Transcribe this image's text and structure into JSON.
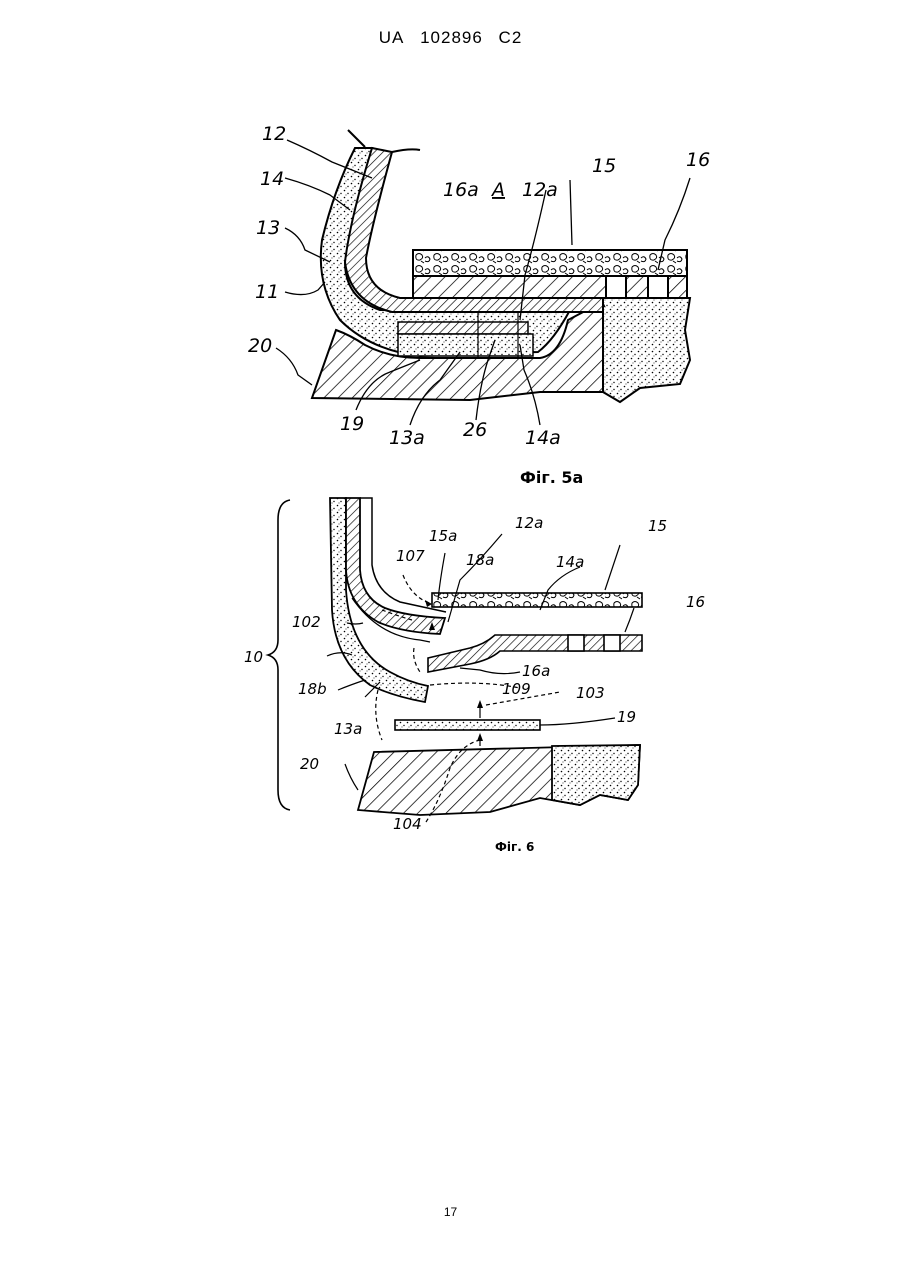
{
  "header": {
    "country": "UA",
    "number": "102896",
    "kind": "C2"
  },
  "figures": [
    {
      "caption": "Фіг. 5а",
      "labels": {
        "l12": "12",
        "l14": "14",
        "l13": "13",
        "l11": "11",
        "l20": "20",
        "l16a": "16a",
        "lA": "A",
        "l12a": "12a",
        "l15": "15",
        "l16": "16",
        "l19": "19",
        "l13a": "13a",
        "l26": "26",
        "l14a": "14a"
      }
    },
    {
      "caption": "Фіг. 6",
      "labels": {
        "l10": "10",
        "l107": "107",
        "l15a": "15a",
        "l18a": "18a",
        "l12a": "12a",
        "l14a": "14a",
        "l15": "15",
        "l16": "16",
        "l102": "102",
        "l16a": "16a",
        "l18b": "18b",
        "l109": "109",
        "l103": "103",
        "l13a": "13a",
        "l19": "19",
        "l20": "20",
        "l104": "104"
      }
    }
  ],
  "page_number": "17"
}
